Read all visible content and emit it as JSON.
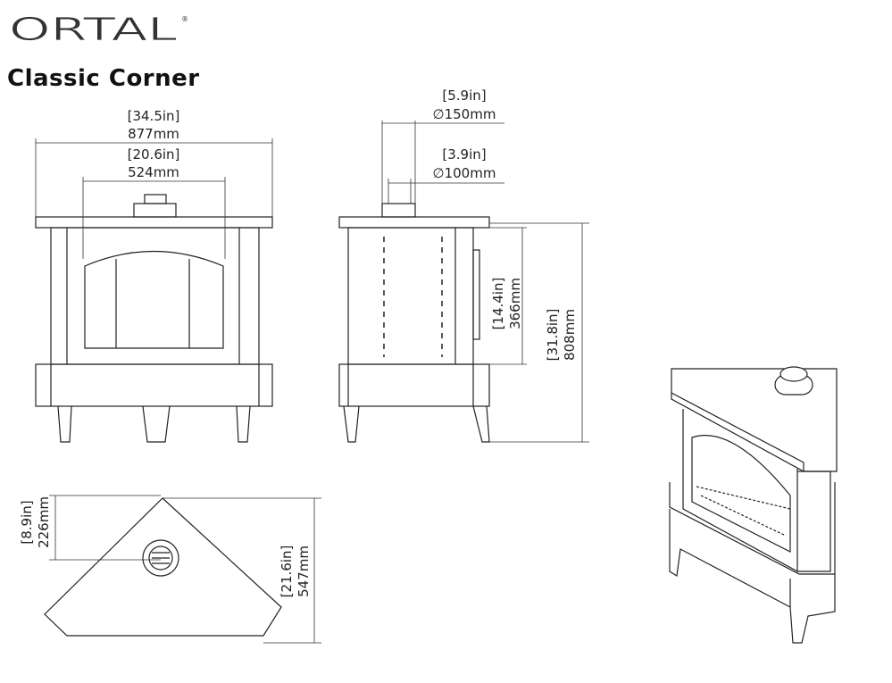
{
  "brand": {
    "logo_text": "ORTAL",
    "registered_mark": "®"
  },
  "title": "Classic Corner",
  "dimensions": {
    "width_in": "[34.5in]",
    "width_mm": "877mm",
    "opening_in": "[20.6in]",
    "opening_mm": "524mm",
    "flue_outer_in": "[5.9in]",
    "flue_outer_mm": "∅150mm",
    "flue_inner_in": "[3.9in]",
    "flue_inner_mm": "∅100mm",
    "glass_height_in": "[14.4in]",
    "glass_height_mm": "366mm",
    "total_height_in": "[31.8in]",
    "total_height_mm": "808mm",
    "flue_offset_in": "[8.9in]",
    "flue_offset_mm": "226mm",
    "depth_in": "[21.6in]",
    "depth_mm": "547mm"
  }
}
